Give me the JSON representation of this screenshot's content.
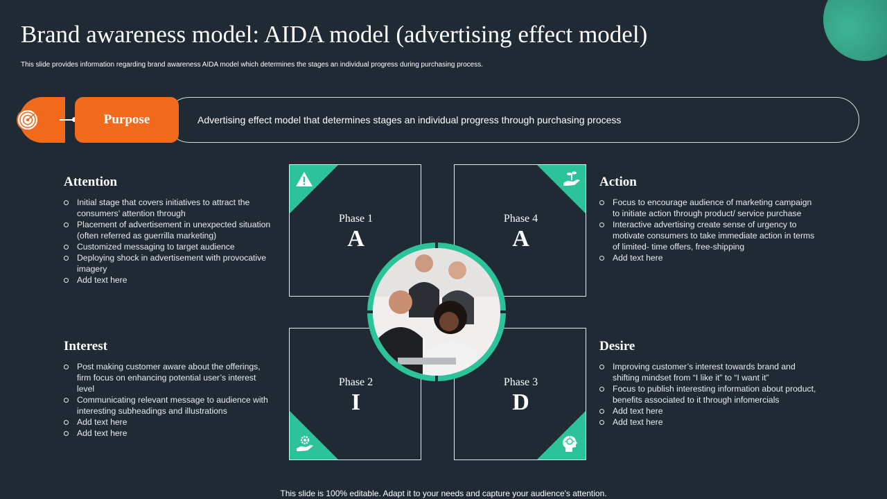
{
  "title": "Brand awareness model: AIDA model (advertising effect model)",
  "subtitle": "This slide provides information regarding brand awareness AIDA model which determines the stages an individual progress during purchasing process.",
  "purpose": {
    "label": "Purpose",
    "text": "Advertising effect model that determines stages an individual progress through purchasing process",
    "icon": "target-icon"
  },
  "sections": {
    "attention": {
      "title": "Attention",
      "bullets": [
        "Initial stage that covers initiatives to attract the consumers’ attention through",
        "Placement of advertisement in unexpected situation (often referred as guerrilla marketing)",
        "Customized messaging to target audience",
        "Deploying shock in advertisement with provocative imagery",
        "Add text here"
      ]
    },
    "interest": {
      "title": "Interest",
      "bullets": [
        "Post making customer aware about the offerings, firm focus on enhancing potential user’s interest level",
        "Communicating relevant message to audience with interesting subheadings and illustrations",
        "Add text here",
        "Add text here"
      ]
    },
    "action": {
      "title": "Action",
      "bullets": [
        "Focus to encourage audience of marketing campaign to initiate action through product/ service purchase",
        "Interactive advertising create sense of urgency to motivate consumers to take immediate action in terms of limited- time offers, free-shipping",
        "Add text here"
      ]
    },
    "desire": {
      "title": "Desire",
      "bullets": [
        "Improving customer’s interest towards brand and shifting mindset from “I like it” to “I want it”",
        "Focus to publish interesting information about product, benefits associated to it through infomercials",
        "Add text here",
        "Add text here"
      ]
    }
  },
  "phases": [
    {
      "label": "Phase 1",
      "letter": "A",
      "icon": "warning-icon"
    },
    {
      "label": "Phase 4",
      "letter": "A",
      "icon": "hand-plant-icon"
    },
    {
      "label": "Phase 2",
      "letter": "I",
      "icon": "hand-gear-icon"
    },
    {
      "label": "Phase 3",
      "letter": "D",
      "icon": "head-idea-icon"
    }
  ],
  "colors": {
    "background": "#1f2a35",
    "accent_orange": "#f26b1d",
    "accent_green": "#2cc39a"
  },
  "footer": "This slide is 100% editable. Adapt it to your needs and capture your audience's attention."
}
